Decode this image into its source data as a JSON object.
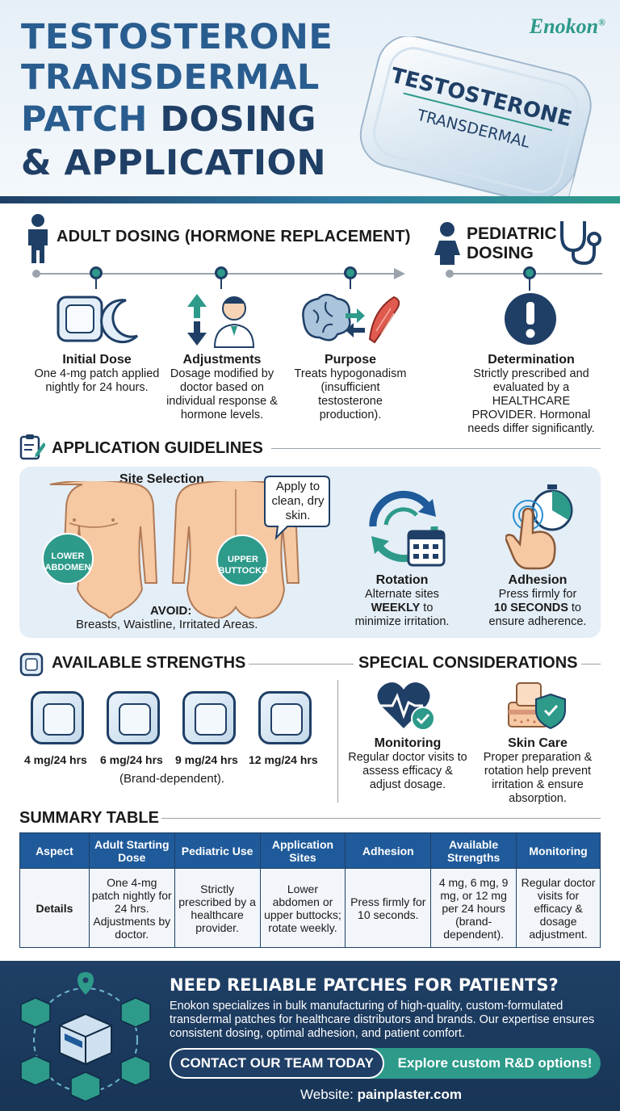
{
  "header": {
    "title_line1": "TESTOSTERONE",
    "title_line2": "TRANSDERMAL",
    "title_line3_a": "PATCH",
    "title_line3_b": "DOSING",
    "title_line4": "& APPLICATION",
    "brand": "Enokon",
    "brand_mark": "®",
    "patch_label_main": "TESTOSTERONE",
    "patch_label_sub": "TRANSDERMAL"
  },
  "adult": {
    "heading": "ADULT DOSING (HORMONE REPLACEMENT)",
    "items": [
      {
        "title": "Initial Dose",
        "text": "One 4-mg patch applied nightly for 24 hours."
      },
      {
        "title": "Adjustments",
        "text": "Dosage modified by doctor based on individual response & hormone levels."
      },
      {
        "title": "Purpose",
        "text": "Treats hypogonadism (insufficient testosterone production)."
      }
    ]
  },
  "pediatric": {
    "heading_line1": "PEDIATRIC",
    "heading_line2": "DOSING",
    "title": "Determination",
    "text": "Strictly prescribed and evaluated by a HEALTHCARE PROVIDER. Hormonal needs differ significantly."
  },
  "application": {
    "heading": "APPLICATION GUIDELINES",
    "site_selection": "Site Selection",
    "site1_line1": "LOWER",
    "site1_line2": "ABDOMEN",
    "site2_line1": "UPPER",
    "site2_line2": "BUTTOCKS",
    "bubble": "Apply to clean, dry skin.",
    "avoid_label": "AVOID:",
    "avoid_text": "Breasts, Waistline, Irritated Areas.",
    "rotation_title": "Rotation",
    "rotation_a": "Alternate sites",
    "rotation_b": "WEEKLY",
    "rotation_c": " to",
    "rotation_d": "minimize irritation.",
    "adhesion_title": "Adhesion",
    "adhesion_a": "Press firmly for",
    "adhesion_b": "10 SECONDS",
    "adhesion_c": " to",
    "adhesion_d": "ensure adherence."
  },
  "strengths": {
    "heading": "AVAILABLE STRENGTHS",
    "items": [
      "4 mg/24 hrs",
      "6 mg/24 hrs",
      "9 mg/24 hrs",
      "12 mg/24 hrs"
    ],
    "note": "(Brand-dependent)."
  },
  "special": {
    "heading": "SPECIAL CONSIDERATIONS",
    "monitoring_title": "Monitoring",
    "monitoring_text": "Regular doctor visits to assess efficacy & adjust dosage.",
    "skin_title": "Skin Care",
    "skin_text": "Proper preparation & rotation help prevent irritation & ensure absorption."
  },
  "summary": {
    "heading": "SUMMARY TABLE",
    "headers": [
      "Aspect",
      "Adult Starting Dose",
      "Pediatric Use",
      "Application Sites",
      "Adhesion",
      "Available Strengths",
      "Monitoring"
    ],
    "row": [
      "Details",
      "One 4-mg patch nightly for 24 hrs. Adjustments by doctor.",
      "Strictly prescribed by a healthcare provider.",
      "Lower abdomen or upper buttocks; rotate weekly.",
      "Press firmly for 10 seconds.",
      "4 mg, 6 mg, 9 mg, or 12 mg per 24 hours (brand-dependent).",
      "Regular doctor visits for efficacy & dosage adjustment."
    ]
  },
  "footer": {
    "heading": "NEED RELIABLE PATCHES FOR PATIENTS?",
    "body": "Enokon specializes in bulk manufacturing of high-quality, custom-formulated transdermal patches for healthcare distributors and brands. Our expertise ensures consistent dosing, optimal adhesion, and patient comfort.",
    "cta_button": "CONTACT OUR TEAM TODAY",
    "cta_explore": "Explore custom R&D options!",
    "website_label": "Website: ",
    "website": "painplaster.com"
  },
  "colors": {
    "navy": "#1f3f66",
    "blue": "#2a5d8f",
    "teal": "#2d9a8a",
    "panel": "#e4eef6",
    "table_header": "#1f5a9a"
  }
}
